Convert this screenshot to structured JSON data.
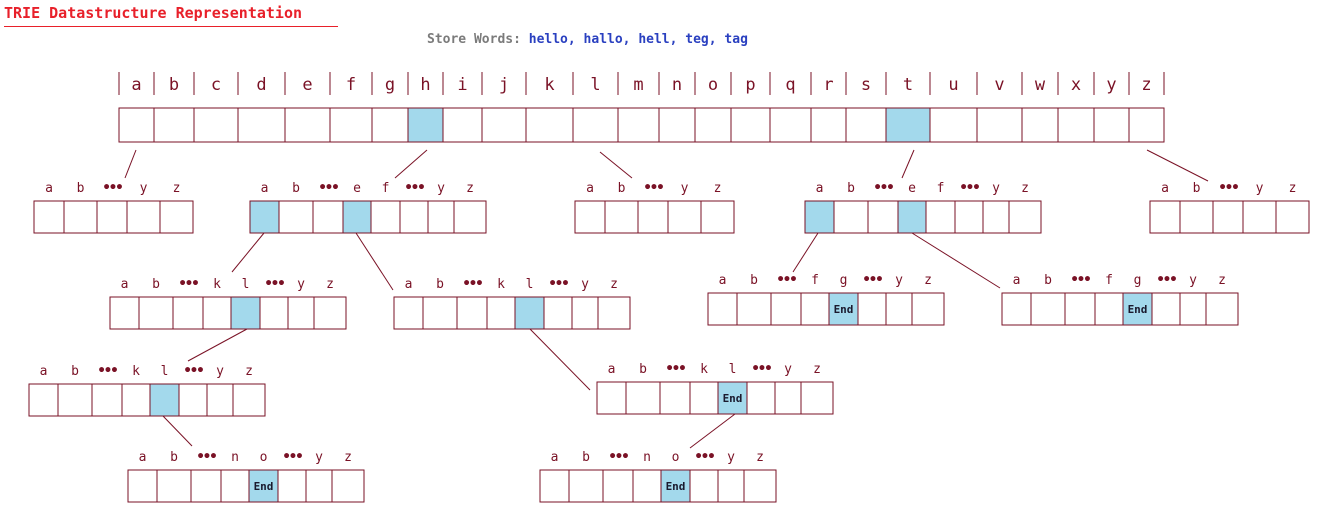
{
  "title": "TRIE Datastructure Representation",
  "store": {
    "label": "Store Words:",
    "words": "hello, hallo, hell, teg, tag"
  },
  "colors": {
    "highlight": "#a3d9ec",
    "stroke": "#7a1226",
    "title": "#e8202a",
    "words": "#2a40c0"
  },
  "end_label": "End",
  "root_letters": [
    "a",
    "b",
    "c",
    "d",
    "e",
    "f",
    "g",
    "h",
    "i",
    "j",
    "k",
    "l",
    "m",
    "n",
    "o",
    "p",
    "q",
    "r",
    "s",
    "t",
    "u",
    "v",
    "w",
    "x",
    "y",
    "z"
  ],
  "root_highlighted": [
    "h",
    "t"
  ],
  "dots": "•••",
  "nodes": [
    {
      "id": "a-child",
      "labels": [
        "a",
        "b",
        "•••",
        "y",
        "z"
      ],
      "highlighted": [],
      "end": []
    },
    {
      "id": "h-child",
      "labels": [
        "a",
        "b",
        "•••",
        "e",
        "f",
        "•••",
        "y",
        "z"
      ],
      "highlighted": [
        0,
        3
      ],
      "end": []
    },
    {
      "id": "l-child",
      "labels": [
        "a",
        "b",
        "•••",
        "y",
        "z"
      ],
      "highlighted": [],
      "end": []
    },
    {
      "id": "t-child",
      "labels": [
        "a",
        "b",
        "•••",
        "e",
        "f",
        "•••",
        "y",
        "z"
      ],
      "highlighted": [
        0,
        3
      ],
      "end": []
    },
    {
      "id": "z-child",
      "labels": [
        "a",
        "b",
        "•••",
        "y",
        "z"
      ],
      "highlighted": [],
      "end": []
    },
    {
      "id": "ha-node",
      "labels": [
        "a",
        "b",
        "•••",
        "k",
        "l",
        "•••",
        "y",
        "z"
      ],
      "highlighted": [
        4
      ],
      "end": []
    },
    {
      "id": "he-node",
      "labels": [
        "a",
        "b",
        "•••",
        "k",
        "l",
        "•••",
        "y",
        "z"
      ],
      "highlighted": [
        4
      ],
      "end": []
    },
    {
      "id": "ta-node",
      "labels": [
        "a",
        "b",
        "•••",
        "f",
        "g",
        "•••",
        "y",
        "z"
      ],
      "highlighted": [
        4
      ],
      "end": [
        4
      ]
    },
    {
      "id": "te-node",
      "labels": [
        "a",
        "b",
        "•••",
        "f",
        "g",
        "•••",
        "y",
        "z"
      ],
      "highlighted": [
        4
      ],
      "end": [
        4
      ]
    },
    {
      "id": "hal-node",
      "labels": [
        "a",
        "b",
        "•••",
        "k",
        "l",
        "•••",
        "y",
        "z"
      ],
      "highlighted": [
        4
      ],
      "end": []
    },
    {
      "id": "hel-node",
      "labels": [
        "a",
        "b",
        "•••",
        "k",
        "l",
        "•••",
        "y",
        "z"
      ],
      "highlighted": [
        4
      ],
      "end": [
        4
      ]
    },
    {
      "id": "hall-node",
      "labels": [
        "a",
        "b",
        "•••",
        "n",
        "o",
        "•••",
        "y",
        "z"
      ],
      "highlighted": [
        4
      ],
      "end": [
        4
      ]
    },
    {
      "id": "hell-node",
      "labels": [
        "a",
        "b",
        "•••",
        "n",
        "o",
        "•••",
        "y",
        "z"
      ],
      "highlighted": [
        4
      ],
      "end": [
        4
      ]
    }
  ]
}
